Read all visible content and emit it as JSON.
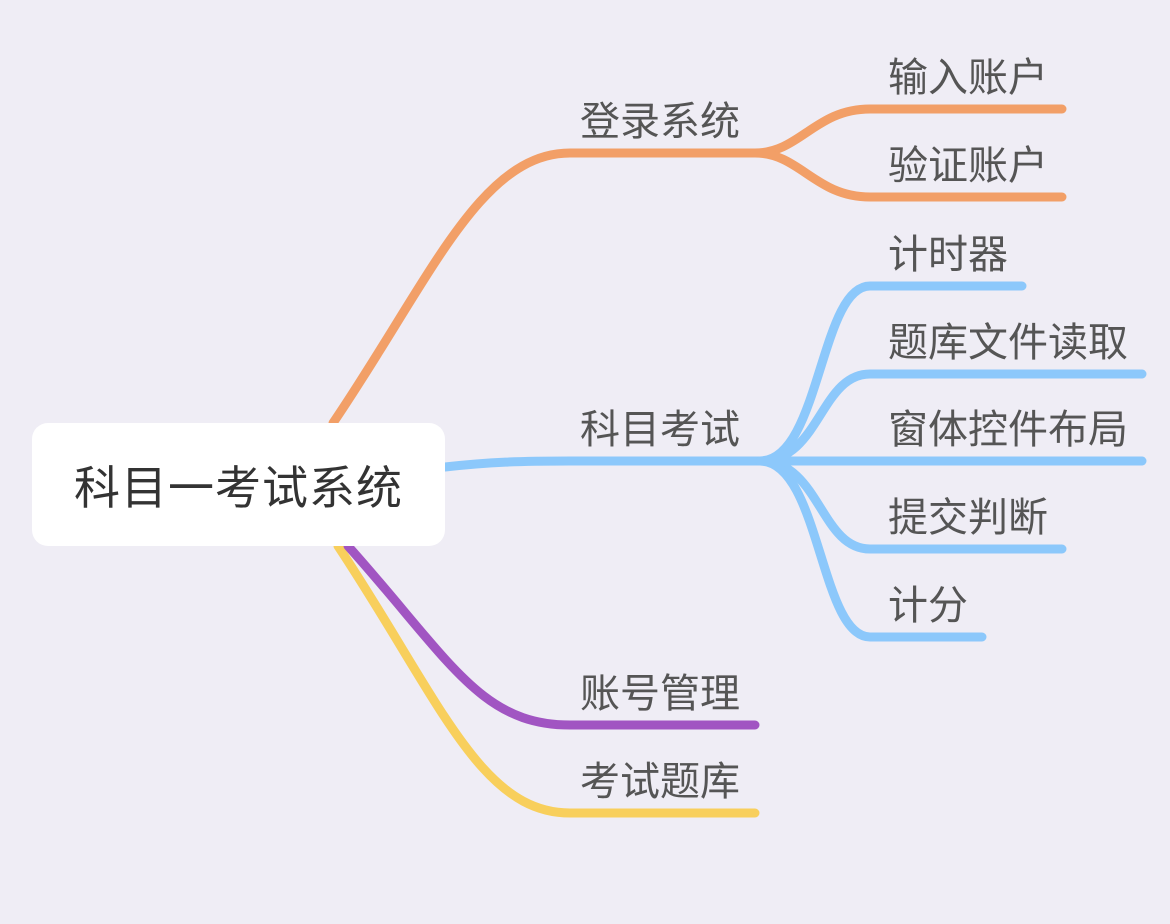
{
  "root": {
    "label": "科目一考试系统"
  },
  "colors": {
    "background": "#EFEDF5",
    "orange": "#F29F67",
    "blue": "#8CC8FB",
    "purple": "#A155C2",
    "yellow": "#F8CF5C"
  },
  "branches": {
    "login": {
      "label": "登录系统",
      "children": [
        "输入账户",
        "验证账户"
      ]
    },
    "exam": {
      "label": "科目考试",
      "children": [
        "计时器",
        "题库文件读取",
        "窗体控件布局",
        "提交判断",
        "计分"
      ]
    },
    "account": {
      "label": "账号管理"
    },
    "bank": {
      "label": "考试题库"
    }
  }
}
